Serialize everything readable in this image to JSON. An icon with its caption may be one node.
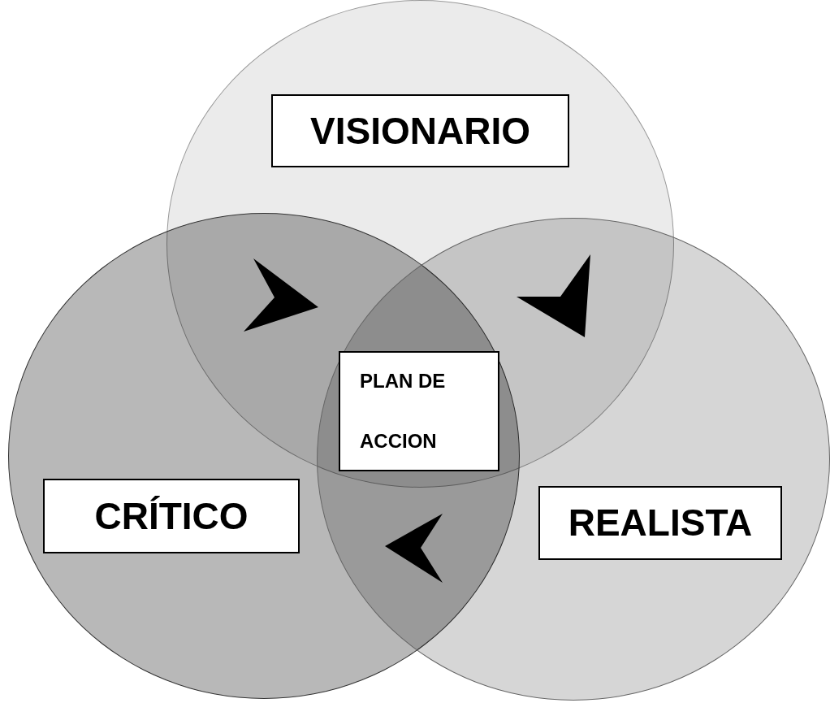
{
  "diagram": {
    "nodes": [
      {
        "text": [],
        "shape": "circle"
      },
      {
        "text": [
          "VISIONARIO"
        ],
        "in": 0
      },
      {
        "text": [],
        "shape": "circle"
      },
      {
        "text": [
          "CRÍTICO"
        ],
        "in": 2
      },
      {
        "text": [],
        "shape": "circle"
      },
      {
        "text": [
          "REALISTA"
        ],
        "in": 4
      },
      {
        "text": [
          "PLAN DE ACCION"
        ]
      }
    ]
  }
}
